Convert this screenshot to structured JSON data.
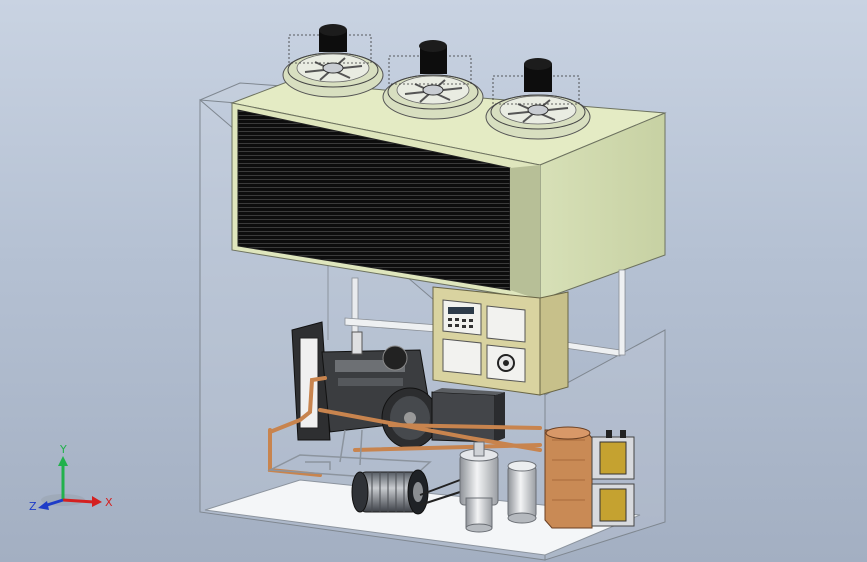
{
  "triad": {
    "y_label": "Y",
    "x_label": "X",
    "z_label": "Z",
    "colors": {
      "x": "#d42020",
      "y": "#22b14c",
      "z": "#1e3cc8"
    }
  },
  "controller_display": {
    "readout": ""
  },
  "colors": {
    "background": "#bcc6d8",
    "condenser_panel": "#e4ebc4",
    "coil": "#1a1a1a",
    "control_panel": "#d9d3a0",
    "copper_pipe": "#c8844e",
    "enclosure_edge": "#7f8790"
  }
}
